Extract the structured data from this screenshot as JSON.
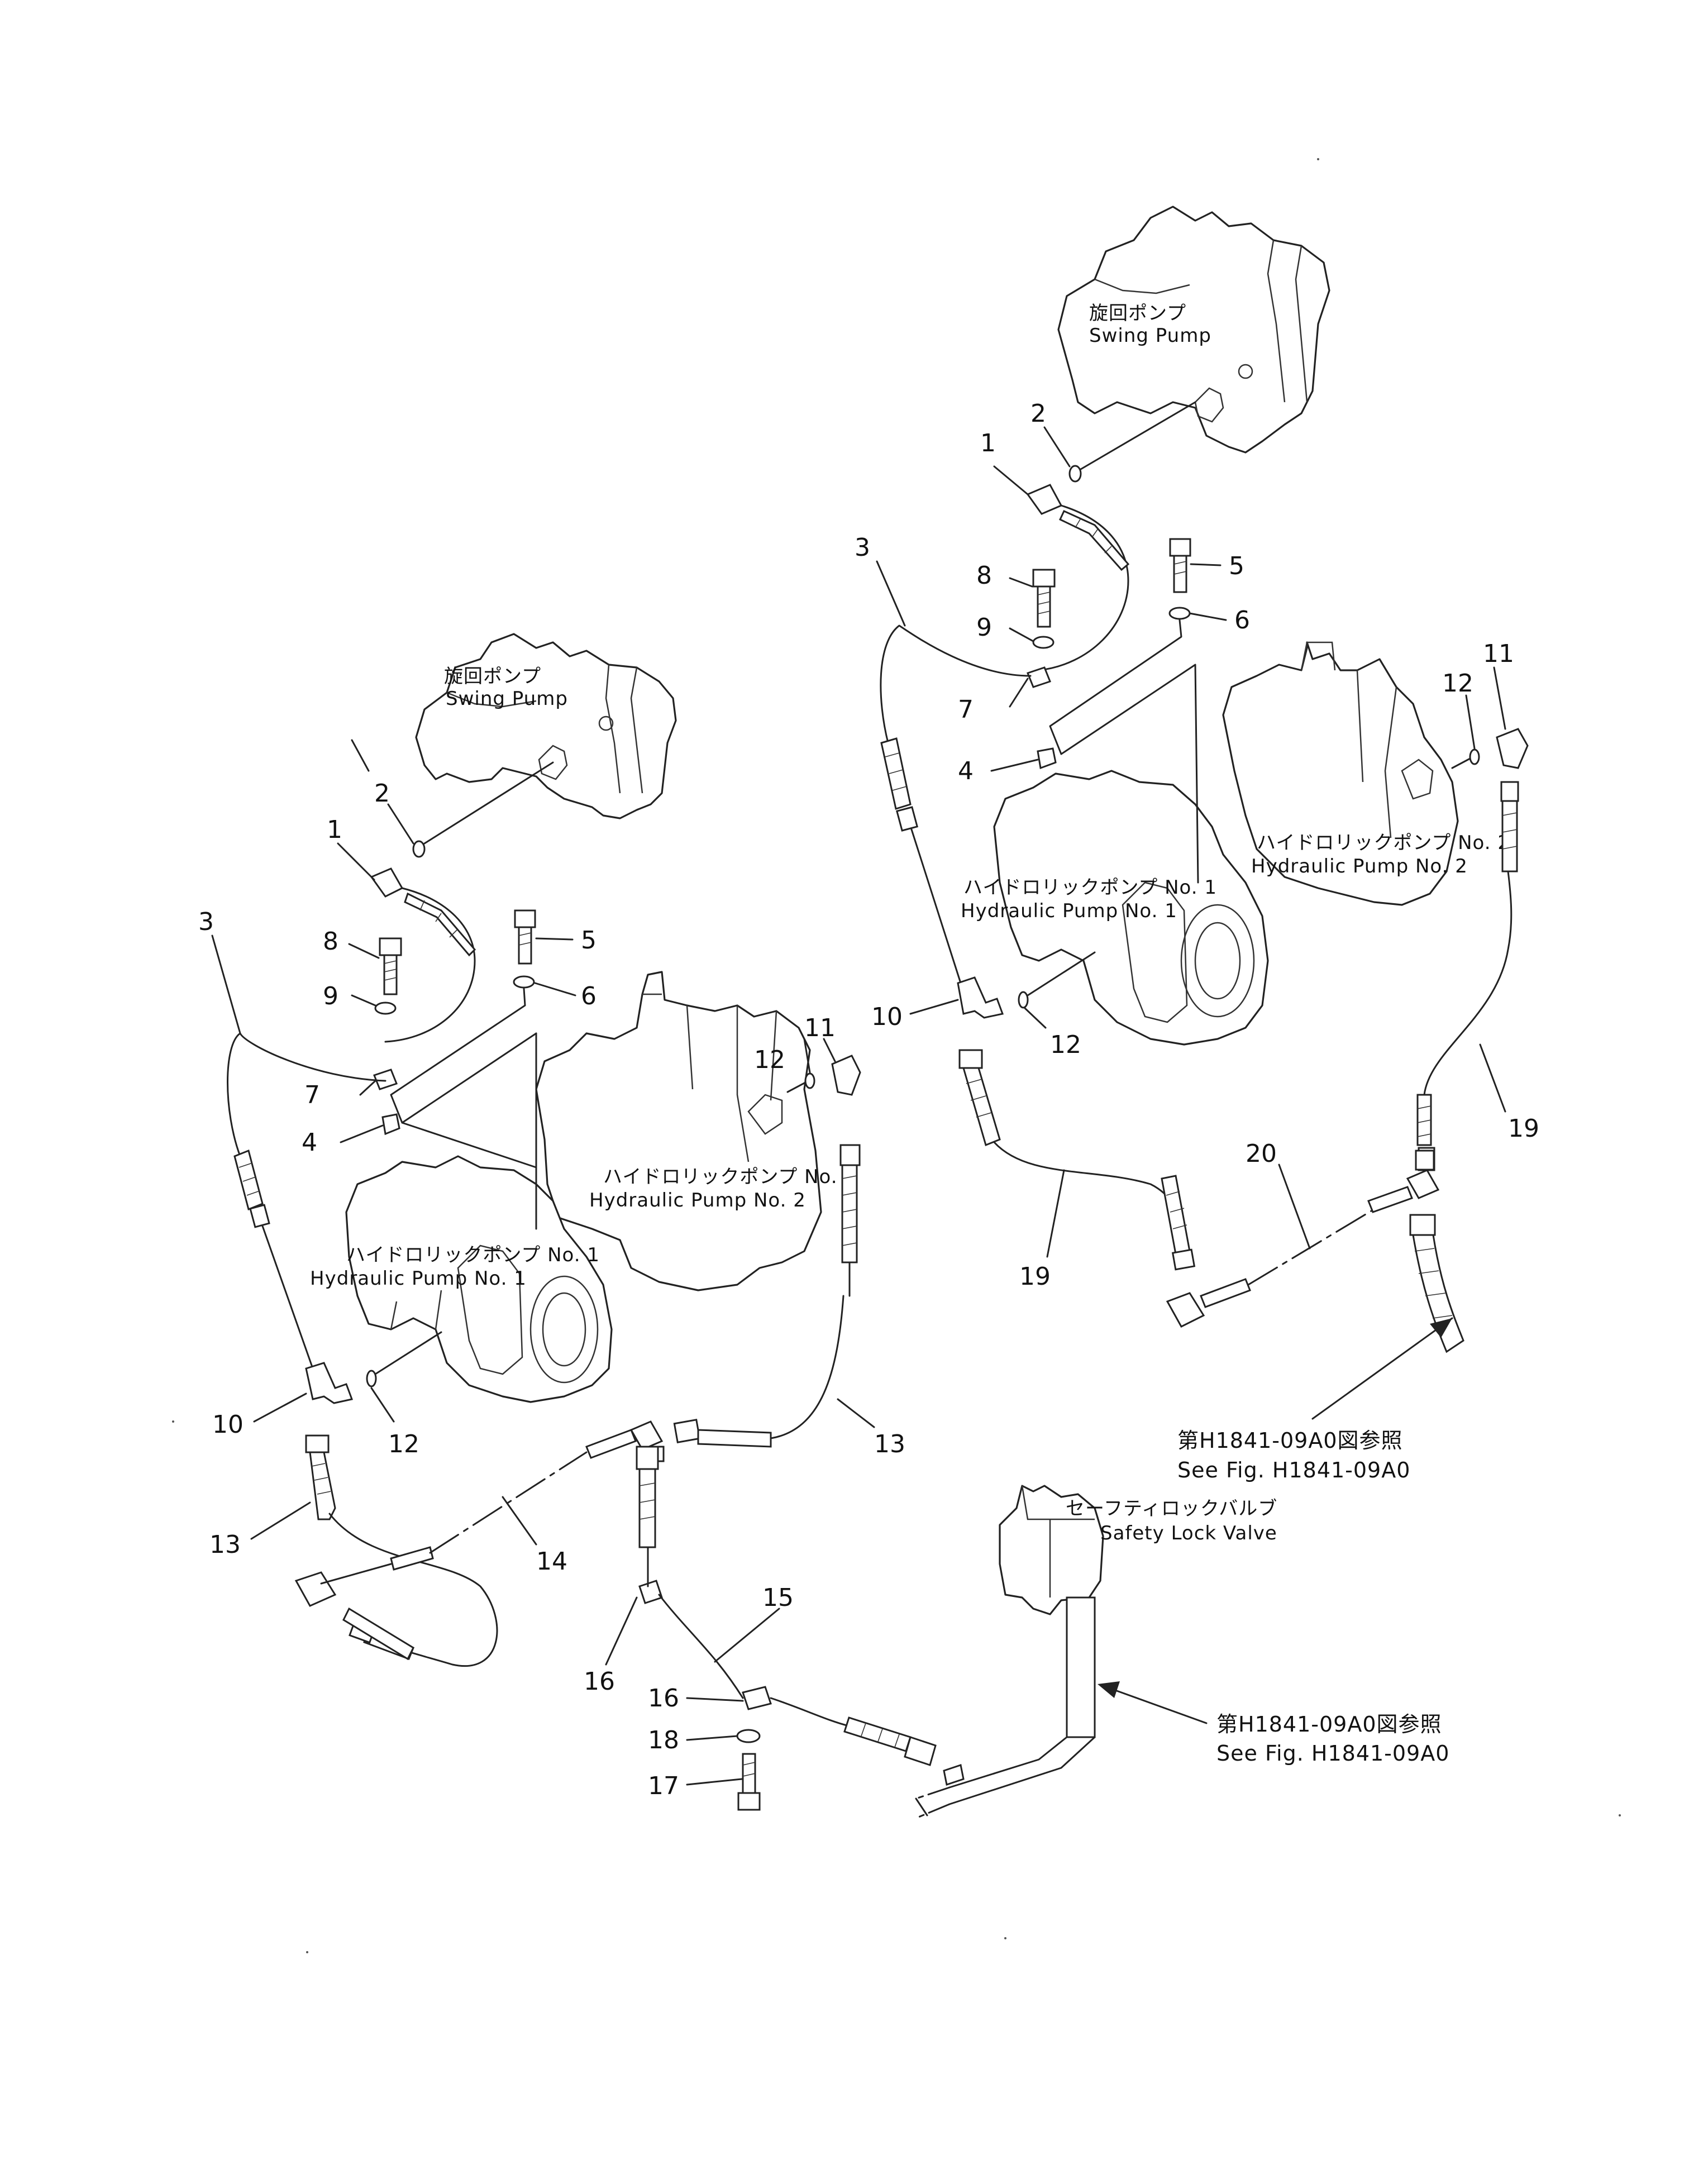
{
  "labels": {
    "swing_pump_jp": "旋回ポンプ",
    "swing_pump_en": "Swing  Pump",
    "hyd_pump_1_jp": "ハイドロリックポンプ No. 1",
    "hyd_pump_1_en": "Hydraulic  Pump  No. 1",
    "hyd_pump_2_jp": "ハイドロリックポンプ No. 2",
    "hyd_pump_2_en": "Hydraulic  Pump  No. 2",
    "safety_valve_jp": "セーフティロックバルブ",
    "safety_valve_en": "Safety  Lock  Valve",
    "see_fig_jp": "第H1841-09A0図参照",
    "see_fig_en": "See  Fig.  H1841-09A0"
  },
  "callouts": {
    "c1": "1",
    "c2": "2",
    "c3": "3",
    "c4": "4",
    "c5": "5",
    "c6": "6",
    "c7": "7",
    "c8": "8",
    "c9": "9",
    "c10": "10",
    "c11": "11",
    "c12": "12",
    "c13": "13",
    "c14": "14",
    "c15": "15",
    "c16": "16",
    "c17": "17",
    "c18": "18",
    "c19": "19",
    "c20": "20"
  }
}
